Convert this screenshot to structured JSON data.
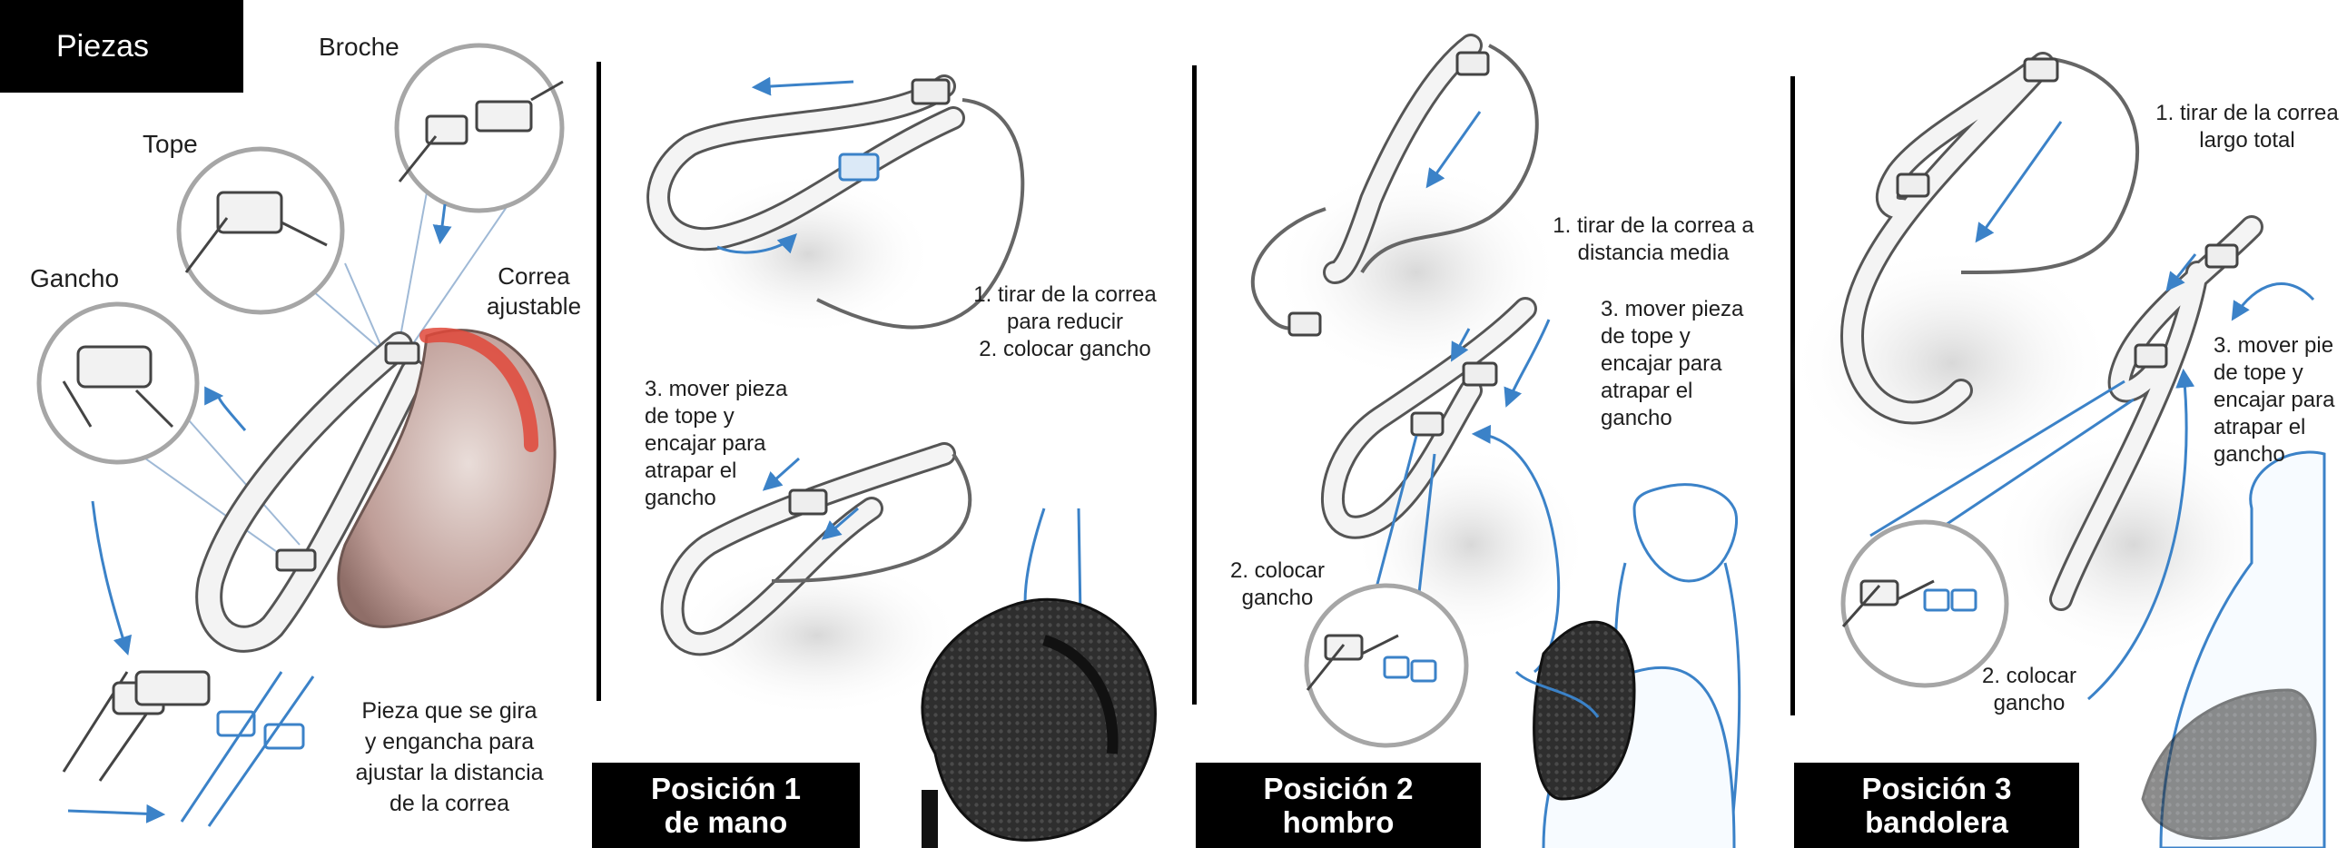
{
  "pieces_panel": {
    "title": "Piezas",
    "labels": {
      "broche": "Broche",
      "tope": "Tope",
      "gancho": "Gancho",
      "correa_line1": "Correa",
      "correa_line2": "ajustable"
    },
    "caption": [
      "Pieza que se gira",
      "y  engancha para",
      "ajustar la distancia",
      "de la correa"
    ]
  },
  "position_1": {
    "tag_line1": "Posición 1",
    "tag_line2": "de mano",
    "step_1_2": [
      "1. tirar de la correa",
      "para reducir",
      "2. colocar gancho"
    ],
    "step_3": [
      "3. mover pieza",
      "de tope y",
      "encajar para",
      "atrapar el",
      "gancho"
    ]
  },
  "position_2": {
    "tag_line1": "Posición 2",
    "tag_line2": "hombro",
    "step_1": [
      "1. tirar de la correa a",
      "distancia media"
    ],
    "step_3": [
      "3. mover pieza",
      "de tope y",
      "encajar para",
      "atrapar el",
      "gancho"
    ],
    "step_2": [
      "2. colocar",
      "gancho"
    ]
  },
  "position_3": {
    "tag_line1": "Posición 3",
    "tag_line2": "bandolera",
    "step_1": [
      "1. tirar de la correa",
      "largo total"
    ],
    "step_3": [
      "3. mover pie",
      "de tope y",
      "encajar para",
      "atrapar el",
      "gancho"
    ],
    "step_2": [
      "2. colocar",
      "gancho"
    ]
  },
  "colors": {
    "accent_blue": "#3b82c8",
    "line_gray": "#9a9a9a",
    "strap_outline": "#555555",
    "bag_red": "#e0483a",
    "bag_dark": "#2b2b2b"
  }
}
